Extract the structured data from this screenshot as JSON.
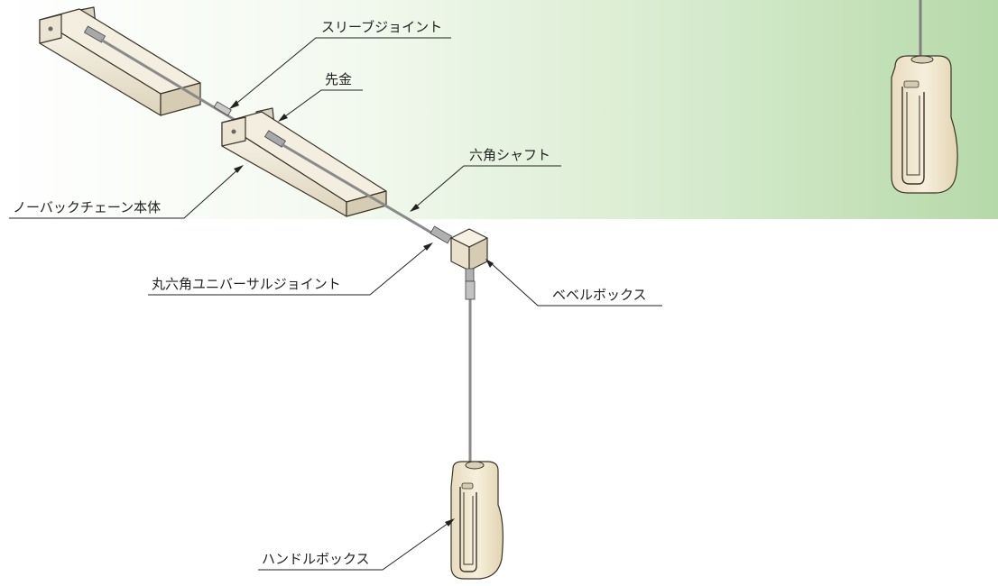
{
  "colors": {
    "background": "#ffffff",
    "banner_gradient_start": "#ffffff",
    "banner_gradient_end": "#b9dcae",
    "housing_light": "#f6f1e4",
    "housing_shade": "#e3dac4",
    "handle_cream": "#f1e6c8",
    "shaft": "#8d8d8d",
    "leader_line": "#222222"
  },
  "callouts": {
    "sleeve_joint": "スリーブジョイント",
    "tip_fitting": "先金",
    "hex_shaft": "六角シャフト",
    "no_back_chain_body": "ノーバックチェーン本体",
    "round_hex_universal_joint": "丸六角ユニバーサルジョイント",
    "bevel_box": "ベベルボックス",
    "handle_box": "ハンドルボックス"
  },
  "components": [
    {
      "name": "no-back-chain-unit-1",
      "icon": "chain-housing"
    },
    {
      "name": "no-back-chain-unit-2",
      "icon": "chain-housing"
    },
    {
      "name": "hex-shaft",
      "icon": "shaft"
    },
    {
      "name": "bevel-box",
      "icon": "gear-box"
    },
    {
      "name": "handle-box",
      "icon": "crank-handle"
    },
    {
      "name": "handle-box-inset",
      "icon": "crank-handle"
    }
  ]
}
